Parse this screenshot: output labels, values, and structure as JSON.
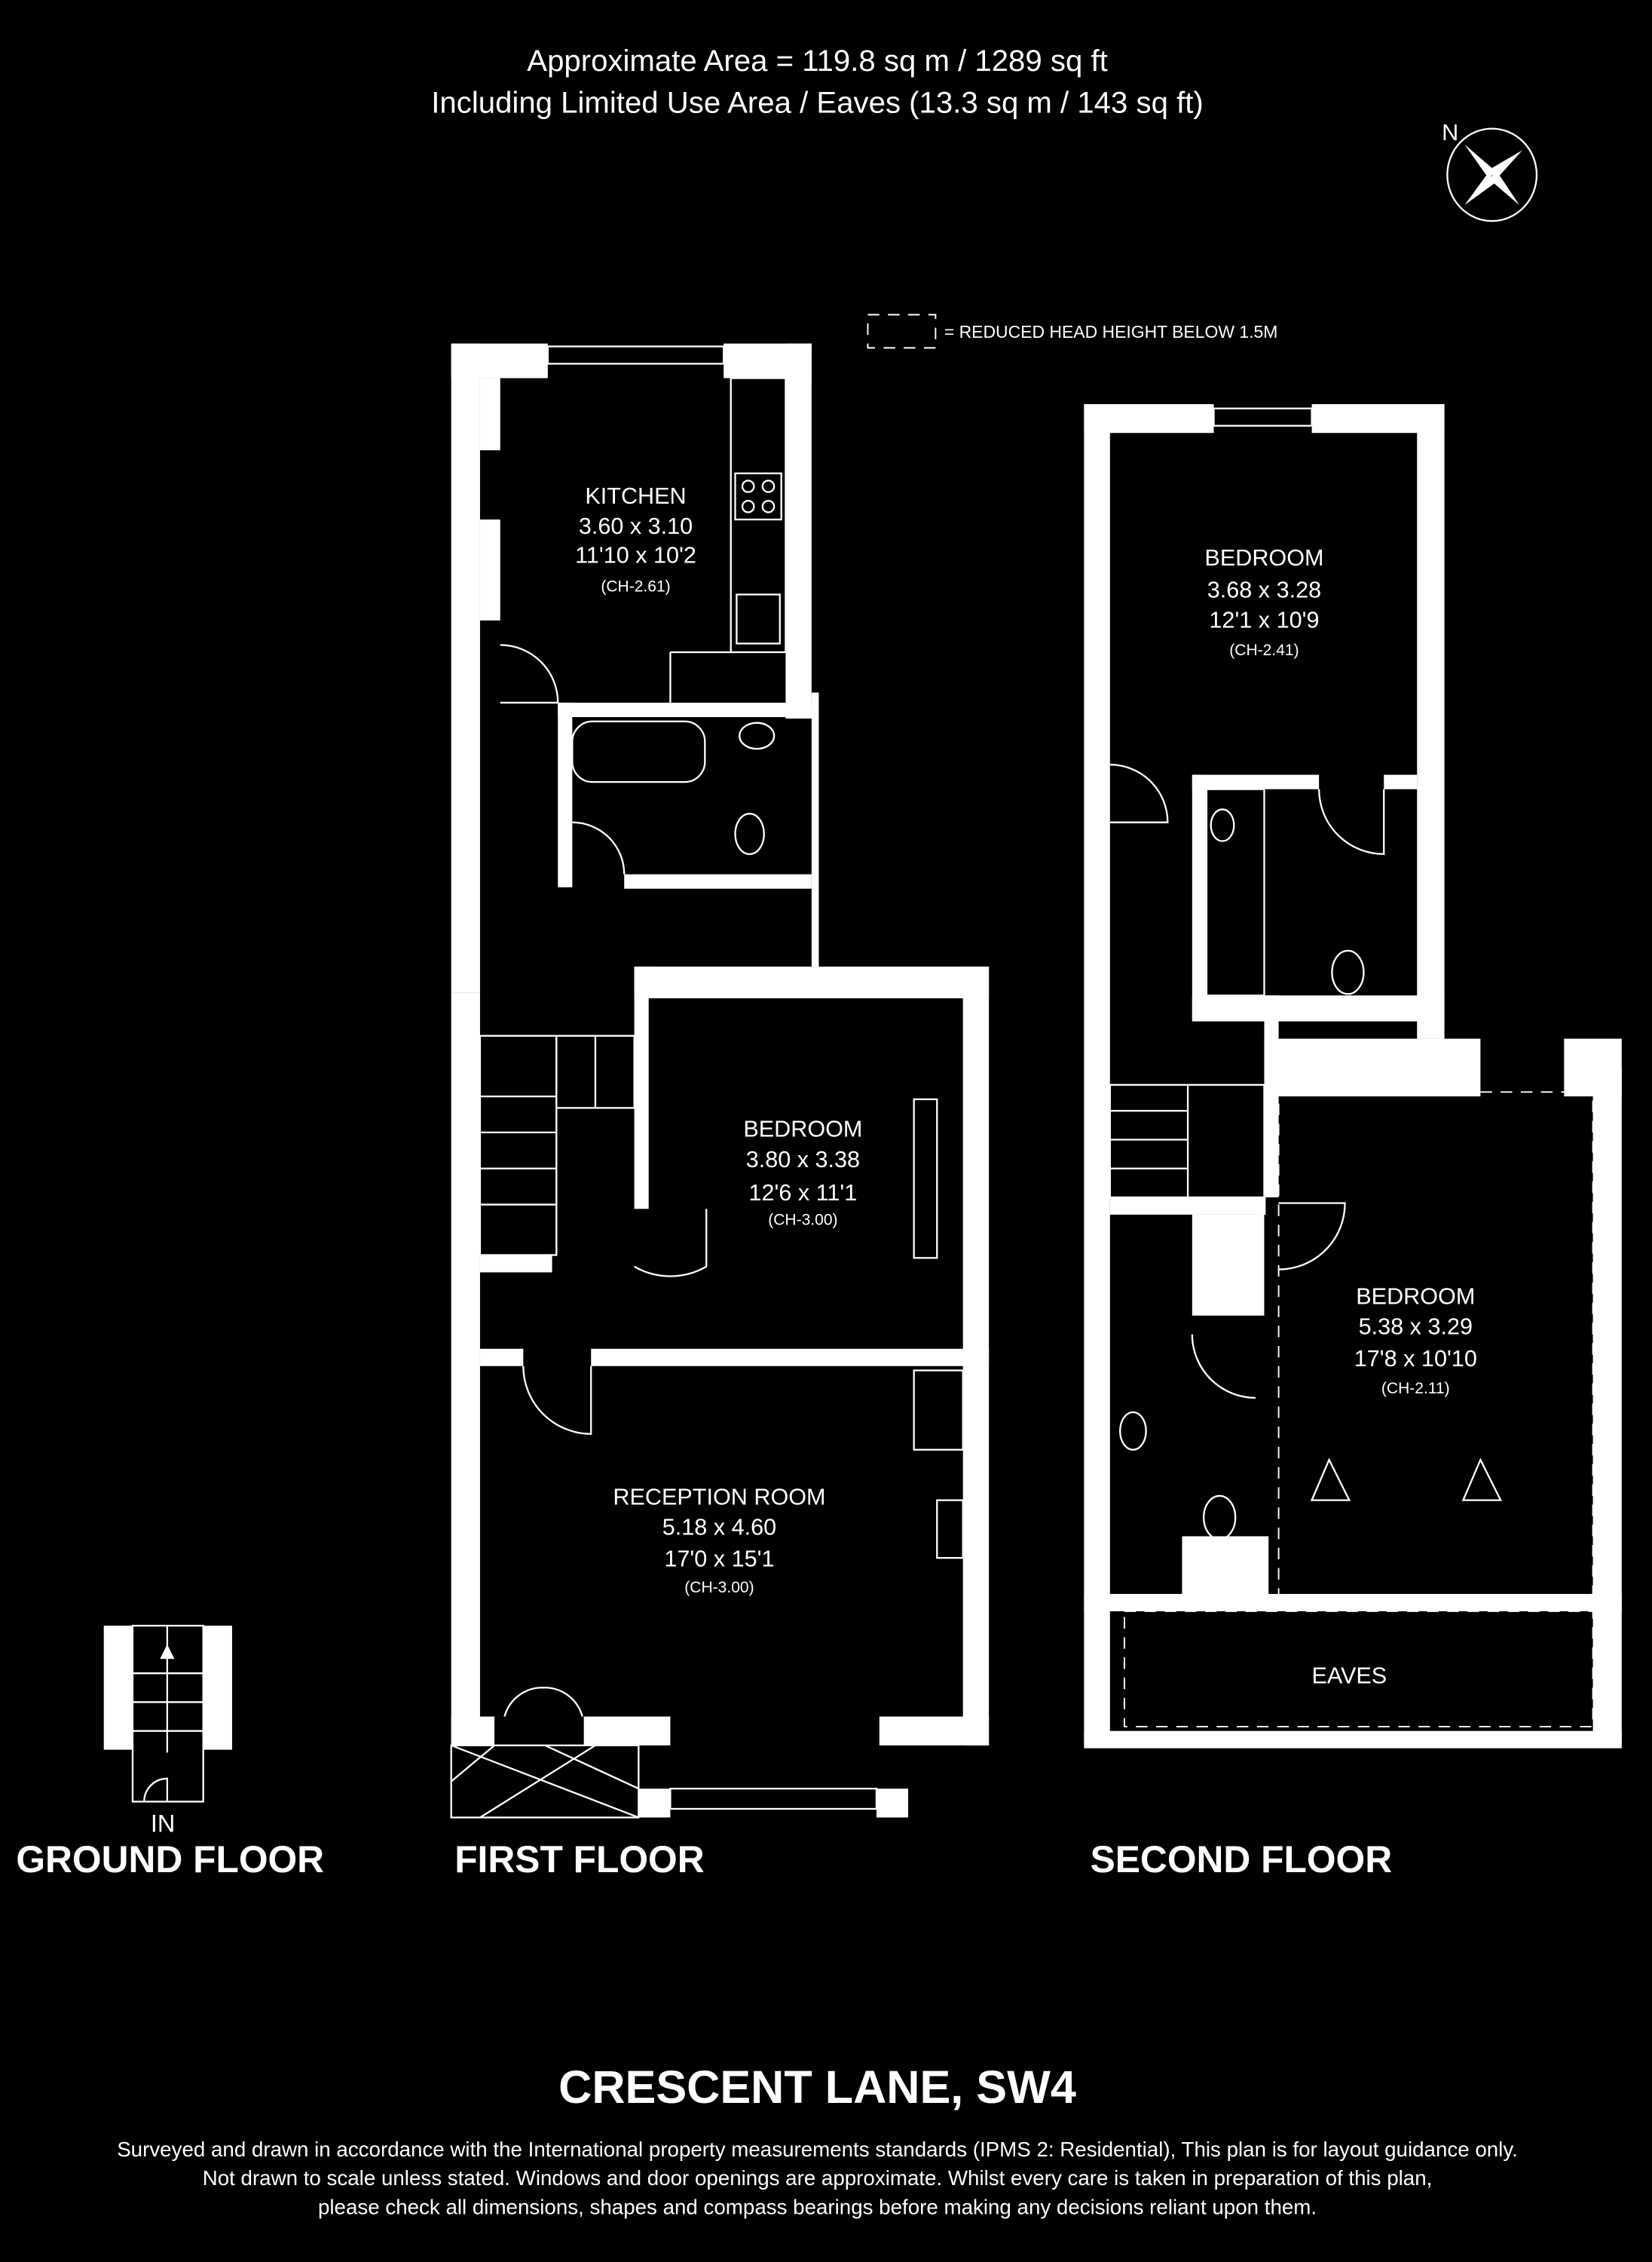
{
  "header": {
    "area_line": "Approximate Area = 119.8 sq m / 1289 sq ft",
    "eaves_line": "Including Limited Use Area / Eaves (13.3 sq m / 143 sq ft)"
  },
  "compass": {
    "label": "N"
  },
  "legend": {
    "text": "= REDUCED HEAD HEIGHT BELOW 1.5M"
  },
  "rooms": {
    "kitchen": {
      "name": "KITCHEN",
      "metric": "3.60 x 3.10",
      "imperial": "11'10 x 10'2",
      "ceiling": "(CH-2.61)"
    },
    "bedroom_first": {
      "name": "BEDROOM",
      "metric": "3.80 x 3.38",
      "imperial": "12'6 x 11'1",
      "ceiling": "(CH-3.00)"
    },
    "reception": {
      "name": "RECEPTION ROOM",
      "metric": "5.18 x 4.60",
      "imperial": "17'0 x 15'1",
      "ceiling": "(CH-3.00)"
    },
    "bedroom_second_front": {
      "name": "BEDROOM",
      "metric": "3.68 x 3.28",
      "imperial": "12'1 x 10'9",
      "ceiling": "(CH-2.41)"
    },
    "bedroom_second_rear": {
      "name": "BEDROOM",
      "metric": "5.38 x 3.29",
      "imperial": "17'8 x 10'10",
      "ceiling": "(CH-2.11)"
    },
    "eaves": {
      "name": "EAVES"
    }
  },
  "entrance": {
    "label": "IN"
  },
  "floors": {
    "ground": "GROUND FLOOR",
    "first": "FIRST FLOOR",
    "second": "SECOND FLOOR"
  },
  "address": "CRESCENT LANE, SW4",
  "disclaimer": [
    "Surveyed and drawn in accordance with the International property measurements standards (IPMS 2: Residential), This plan is for layout guidance only.",
    "Not drawn to scale unless stated. Windows and door openings are approximate. Whilst every care is taken in preparation of this plan,",
    "please check all dimensions, shapes and compass bearings before making any decisions reliant upon them."
  ]
}
